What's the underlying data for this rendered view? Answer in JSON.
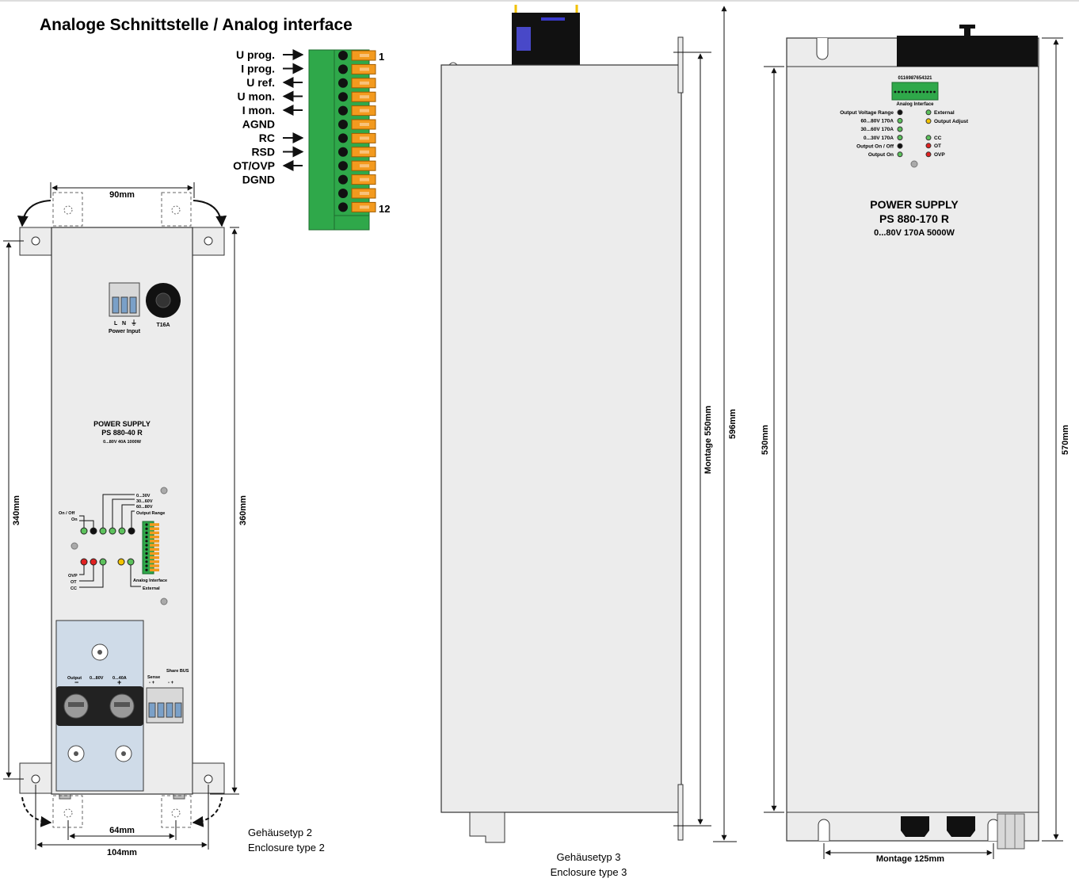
{
  "title": "Analoge Schnittstelle / Analog interface",
  "analog_pins": [
    {
      "label": "U prog.",
      "dir": "in"
    },
    {
      "label": "I prog.",
      "dir": "in"
    },
    {
      "label": "U ref.",
      "dir": "out"
    },
    {
      "label": "U mon.",
      "dir": "out"
    },
    {
      "label": "I mon.",
      "dir": "out"
    },
    {
      "label": "AGND",
      "dir": "none"
    },
    {
      "label": "RC",
      "dir": "in"
    },
    {
      "label": "RSD",
      "dir": "in"
    },
    {
      "label": "OT/OVP",
      "dir": "out"
    },
    {
      "label": "DGND",
      "dir": "none"
    }
  ],
  "pin_first": "1",
  "pin_last": "12",
  "enclosure2": {
    "label_l": "L",
    "label_n": "N",
    "earth_symbol": "⏚",
    "power_input": "Power Input",
    "fuse": "T16A",
    "ps_title": "POWER SUPPLY",
    "ps_model": "PS 880-40 R",
    "ps_spec": "0...80V 40A 1000W",
    "range_labels": [
      "0...30V",
      "30...60V",
      "60...80V"
    ],
    "output_range": "Output Range",
    "on_off": "On / Off",
    "on": "On",
    "status_labels": [
      "OVP",
      "OT",
      "CC"
    ],
    "analog_interface": "Analog Interface",
    "external": "External",
    "output": "Output",
    "out_v": "0...80V",
    "out_a": "0...40A",
    "minus": "−",
    "plus": "+",
    "sense": "Sense",
    "share_bus": "Share BUS",
    "pm1": "-  +",
    "pm2": "-  +",
    "dim_top": "90mm",
    "dim_height_left": "340mm",
    "dim_height_right": "360mm",
    "dim_bottom_inner": "64mm",
    "dim_bottom_outer": "104mm",
    "caption_de": "Gehäusetyp 2",
    "caption_en": "Enclosure type 2"
  },
  "enclosure3": {
    "dim_montage": "Montage 550mm",
    "dim_total": "596mm",
    "caption_de": "Gehäusetyp 3",
    "caption_en": "Enclosure type 3"
  },
  "enclosure3_front": {
    "pin_numbers": "0116987654321",
    "analog_interface": "Analog Interface",
    "left_labels": [
      "Output Voltage Range",
      "60...80V 170A",
      "30...60V 170A",
      "0...30V 170A",
      "Output On / Off",
      "Output On"
    ],
    "right_labels": [
      "External",
      "Output Adjust",
      "CC",
      "OT",
      "OVP"
    ],
    "ps_title": "POWER SUPPLY",
    "ps_model": "PS 880-170 R",
    "ps_spec": "0...80V 170A 5000W",
    "dim_inner": "530mm",
    "dim_outer": "570mm",
    "dim_montage": "Montage 125mm"
  },
  "colors": {
    "terminal_green": "#2fa84a",
    "terminal_orange": "#f39a1e",
    "led_green": "#5cc15c",
    "led_red": "#e02020",
    "led_yellow": "#f2c200",
    "panel_gray": "#ececec",
    "heatsink_blue": "#cfdbe8"
  }
}
